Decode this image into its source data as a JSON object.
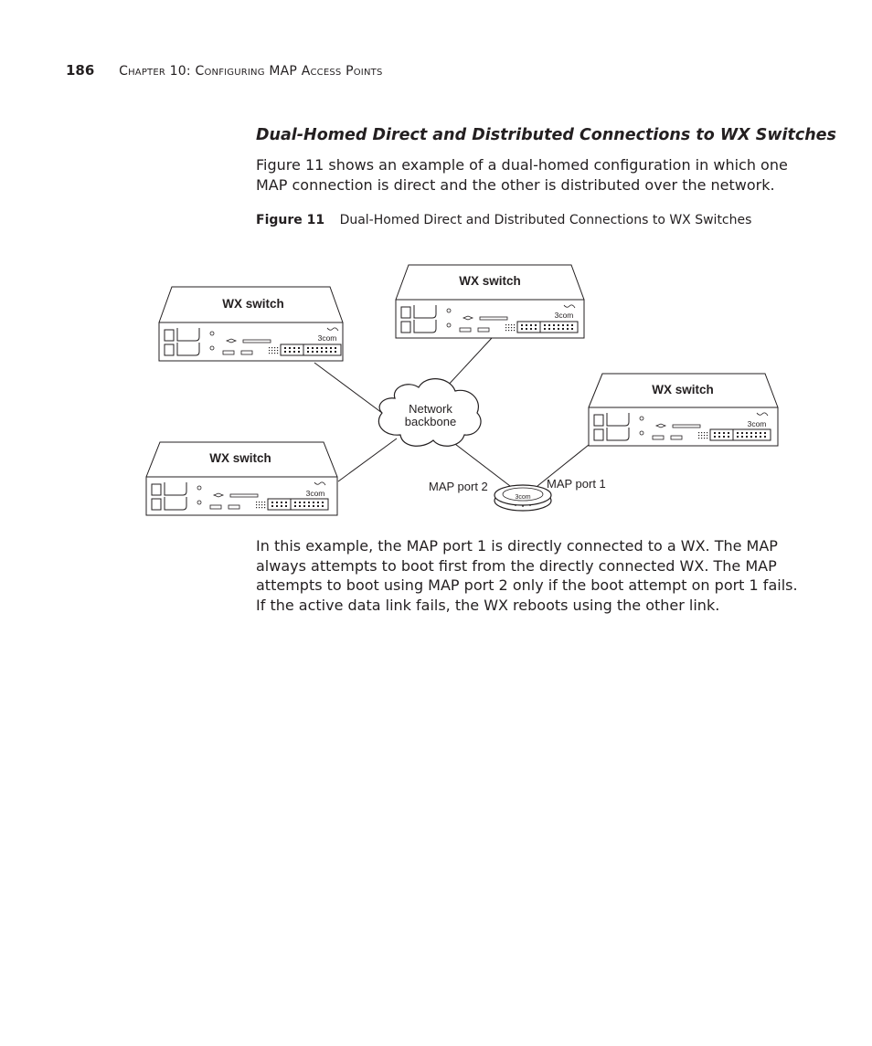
{
  "header": {
    "page_number": "186",
    "running_head": "Chapter 10: Configuring MAP Access Points"
  },
  "section": {
    "title": "Dual-Homed Direct and Distributed Connections to WX Switches",
    "intro": "Figure 11 shows an example of a dual-homed configuration in which one MAP connection is direct and the other is distributed over the network."
  },
  "figure": {
    "label": "Figure 11",
    "caption": "Dual-Homed Direct and Distributed Connections to WX Switches",
    "switches": [
      {
        "label": "WX switch",
        "brand": "3com"
      },
      {
        "label": "WX switch",
        "brand": "3com"
      },
      {
        "label": "WX switch",
        "brand": "3com"
      },
      {
        "label": "WX switch",
        "brand": "3com"
      }
    ],
    "network": {
      "line1": "Network",
      "line2": "backbone"
    },
    "map_device": {
      "brand": "3com"
    },
    "port_labels": {
      "port2": "MAP port 2",
      "port1": "MAP port 1"
    }
  },
  "body": {
    "paragraph": "In this example, the MAP port 1 is directly connected to a WX. The MAP always attempts to boot first from the directly connected WX. The MAP attempts to boot using MAP port 2 only if the boot attempt on port 1 fails. If the active data link fails, the WX reboots using the other link."
  }
}
